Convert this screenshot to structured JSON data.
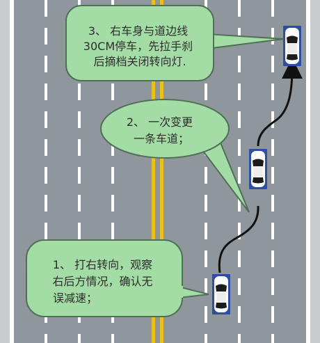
{
  "steps": [
    {
      "id": 1,
      "lines": [
        "1、 打右转向，观察",
        "右后方情况，确认无",
        "误减速；"
      ]
    },
    {
      "id": 2,
      "lines": [
        "2、 一次变更",
        "一条车道；"
      ]
    },
    {
      "id": 3,
      "lines": [
        "3、 右车身与道边线",
        "30CM停车，先拉手刹",
        "后摘档关闭转向灯."
      ]
    }
  ],
  "colors": {
    "road": "#8f969c",
    "curb": "#c9ccce",
    "lane_marking": "#ffffff",
    "center_line": "#e8c21a",
    "bubble_fill": "#a4dca6",
    "bubble_stroke": "#4f6f56",
    "path": "#111111",
    "car_frame": "#2c4fa3"
  }
}
